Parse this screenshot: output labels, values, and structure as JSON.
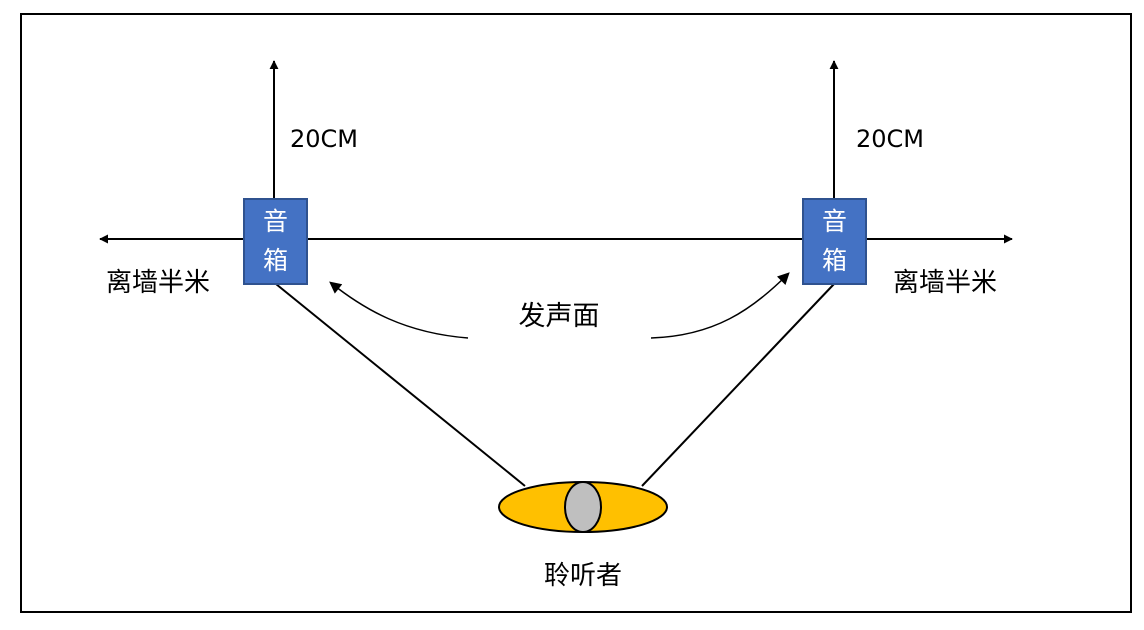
{
  "speakers": {
    "left": {
      "label_top": "音",
      "label_bottom": "箱"
    },
    "right": {
      "label_top": "音",
      "label_bottom": "箱"
    }
  },
  "labels": {
    "distance_back_left": "20CM",
    "distance_back_right": "20CM",
    "distance_side_left": "离墙半米",
    "distance_side_right": "离墙半米",
    "sound_face": "发声面",
    "listener": "聆听者"
  },
  "colors": {
    "speaker_fill": "#4472C4",
    "speaker_border": "#2F528F",
    "listener_body": "#FFC000",
    "listener_head": "#BFBFBF",
    "line": "#000000"
  }
}
